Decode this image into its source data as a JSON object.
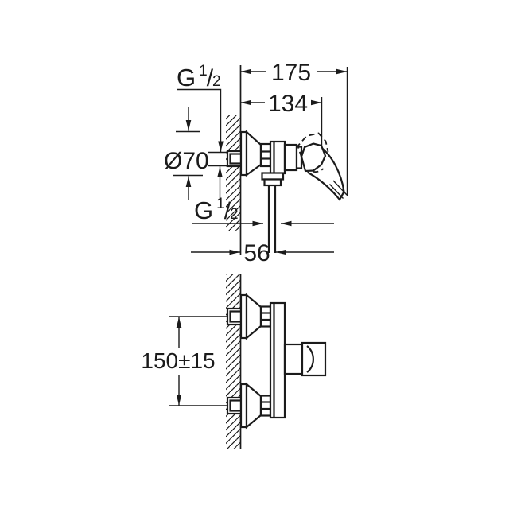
{
  "drawing": {
    "background": "#ffffff",
    "line_color": "#1b1b1b",
    "top_view": {
      "wall_thread_label": {
        "prefix": "G",
        "numerator": "1",
        "slash": "/",
        "denominator": "2"
      },
      "overall_depth": "175",
      "body_depth": "134",
      "escutcheon_diameter": "Ø70",
      "outlet_thread_label": {
        "prefix": "G",
        "numerator": "1",
        "slash": "/",
        "denominator": "2"
      },
      "outlet_offset": "56"
    },
    "bottom_view": {
      "inlet_spacing": "150±15"
    }
  }
}
